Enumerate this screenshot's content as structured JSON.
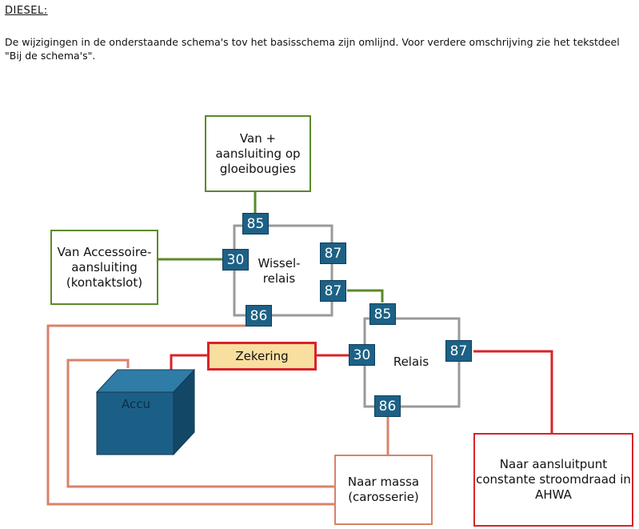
{
  "header": {
    "title": "DIESEL:",
    "intro": "De wijzigingen in de onderstaande schema's tov het basisschema zijn omlijnd. Voor verdere omschrijving zie het tekstdeel \"Bij de schema's\"."
  },
  "diagram": {
    "van_plus": "Van + aansluiting op gloeibougies",
    "van_accessoire": "Van Accessoire-aansluiting (kontaktslot)",
    "wisselrelais": "Wissel-relais",
    "relais": "Relais",
    "zekering": "Zekering",
    "accu": "Accu",
    "naar_massa": "Naar massa (carosserie)",
    "naar_aansluitpunt": "Naar aansluitpunt constante stroomdraad in AHWA",
    "pins": {
      "w85": "85",
      "w30": "30",
      "w87a": "87",
      "w87b": "87",
      "w86": "86",
      "r85": "85",
      "r30": "30",
      "r87": "87",
      "r86": "86"
    }
  },
  "colors": {
    "green": "#5a8a2a",
    "salmon": "#d9826a",
    "red": "#d8232a",
    "relay_frame": "#9a9a9a",
    "pin_blue": "#1d6186",
    "fuse_fill": "#f8dfa0"
  }
}
